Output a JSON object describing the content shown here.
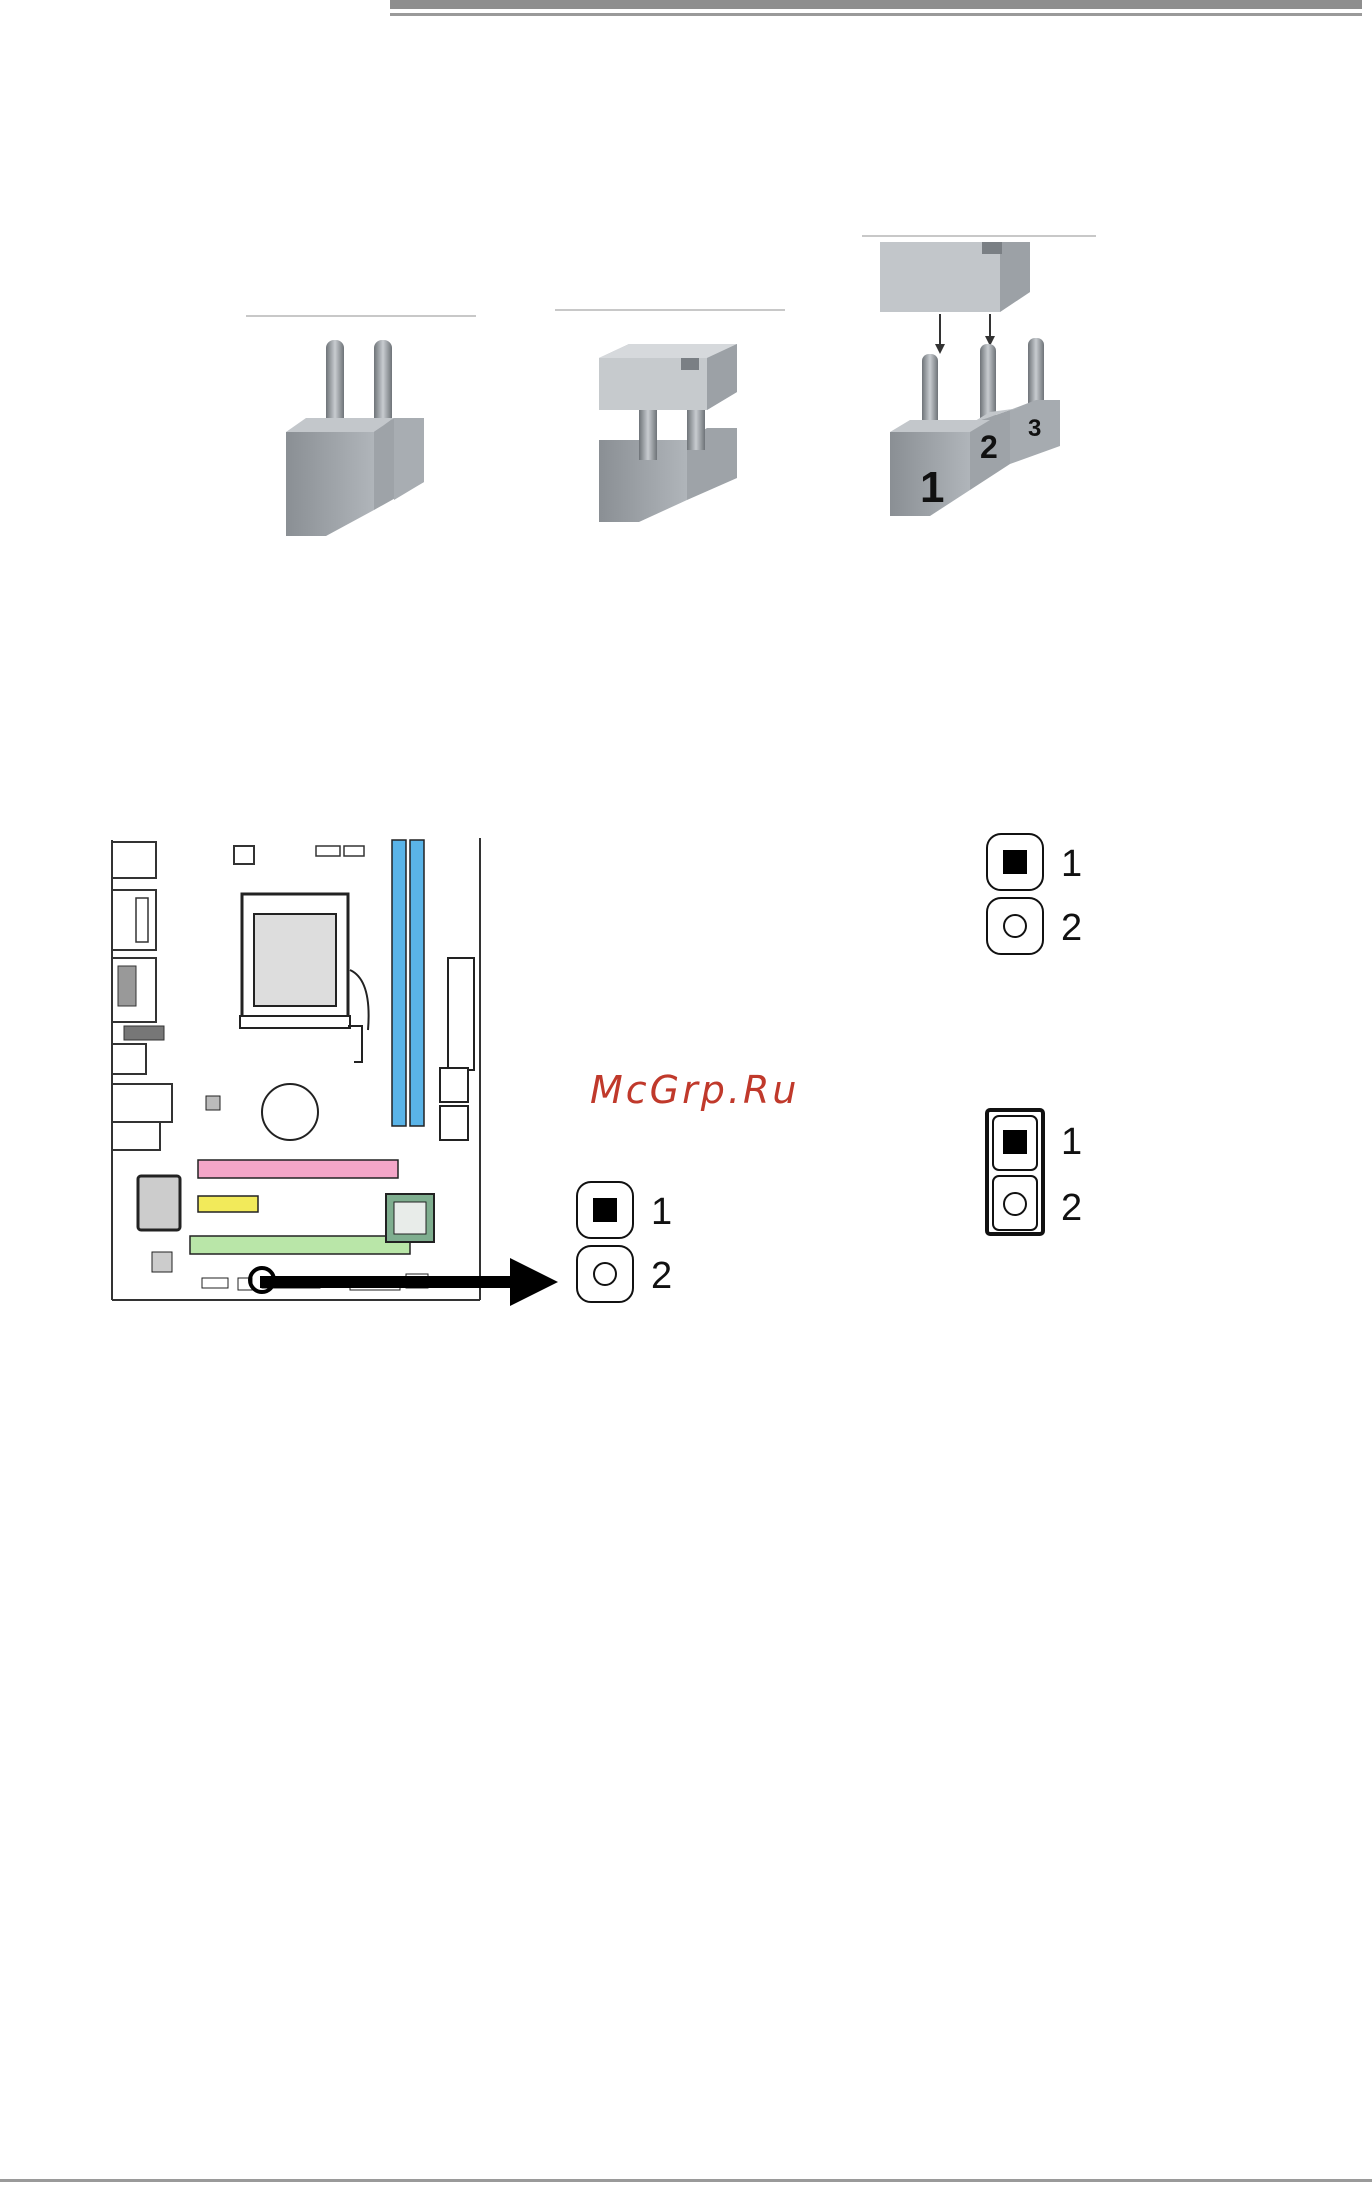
{
  "watermark": "McGrp.Ru",
  "jumper_illustrations": {
    "three_pin_numbers": [
      "1",
      "2",
      "3"
    ]
  },
  "pin_diagrams": {
    "board_callout": {
      "pins": [
        "1",
        "2"
      ]
    },
    "setting_open": {
      "pins": [
        "1",
        "2"
      ]
    },
    "setting_closed": {
      "pins": [
        "1",
        "2"
      ]
    }
  },
  "colors": {
    "dimm_slot": "#5ab4e8",
    "pcie_x16_slot": "#f4a6c8",
    "pcie_x1_slot": "#f2ea5a",
    "pci_slot": "#b9e6a8",
    "chipset": "#7fae8f",
    "watermark": "#c0392b"
  }
}
